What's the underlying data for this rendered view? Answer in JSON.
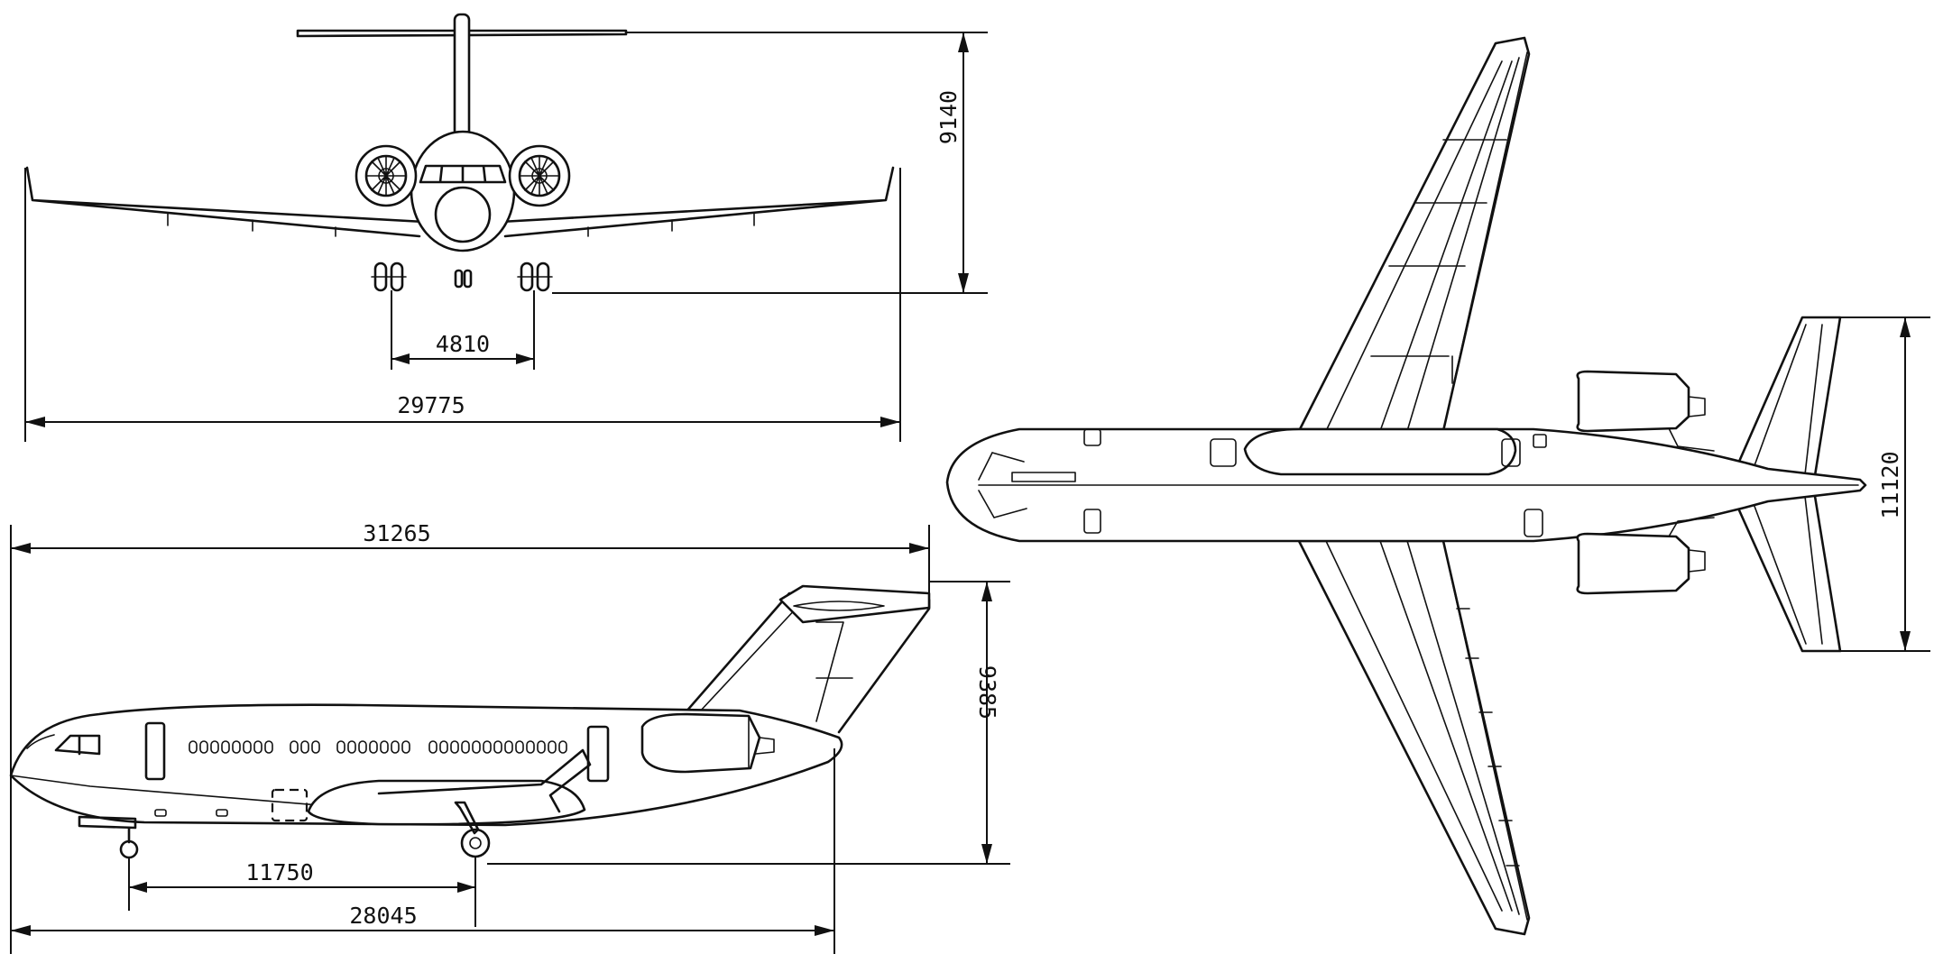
{
  "colors": {
    "ink": "#111111",
    "paper": "#ffffff"
  },
  "front_view": {
    "height_dim": "9140",
    "track_dim": "4810",
    "span_dim": "29775"
  },
  "side_view": {
    "length_dim": "31265",
    "height_dim": "9385",
    "wheelbase_dim": "11750",
    "main_gear_station_dim": "28045"
  },
  "top_view": {
    "tailplane_span_dim": "11120"
  }
}
